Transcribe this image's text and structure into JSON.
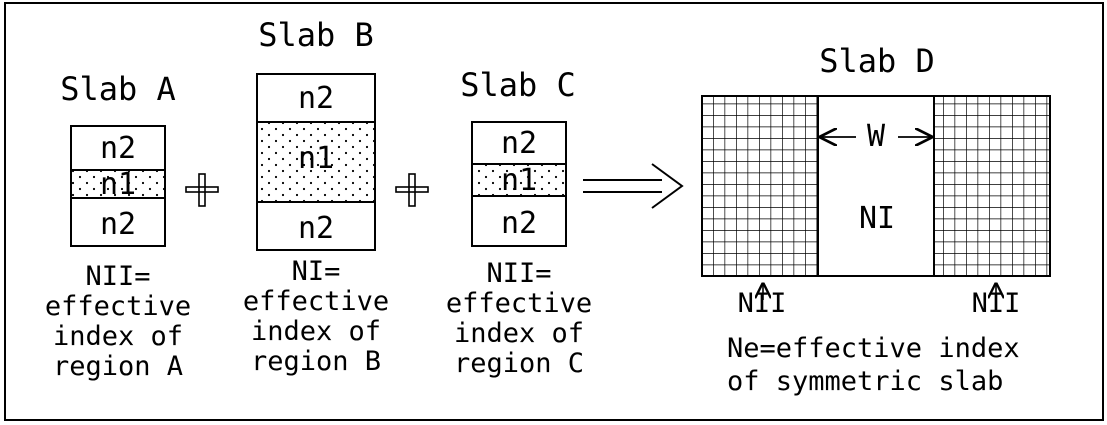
{
  "slabs": {
    "a": {
      "title": "Slab A",
      "layers": [
        "n2",
        "n1",
        "n2"
      ],
      "caption": [
        "NII=",
        "effective",
        "index of",
        "region A"
      ]
    },
    "b": {
      "title": "Slab B",
      "layers": [
        "n2",
        "n1",
        "n2"
      ],
      "caption": [
        "NI=",
        "effective",
        "index of",
        "region B"
      ]
    },
    "c": {
      "title": "Slab C",
      "layers": [
        "n2",
        "n1",
        "n2"
      ],
      "caption": [
        "NII=",
        "effective",
        "index of",
        "region C"
      ]
    },
    "d": {
      "title": "Slab D",
      "width_label": "W",
      "center_label": "NI",
      "left_label": "NII",
      "right_label": "NII",
      "caption": [
        "Ne=effective index",
        "of symmetric slab"
      ]
    }
  }
}
